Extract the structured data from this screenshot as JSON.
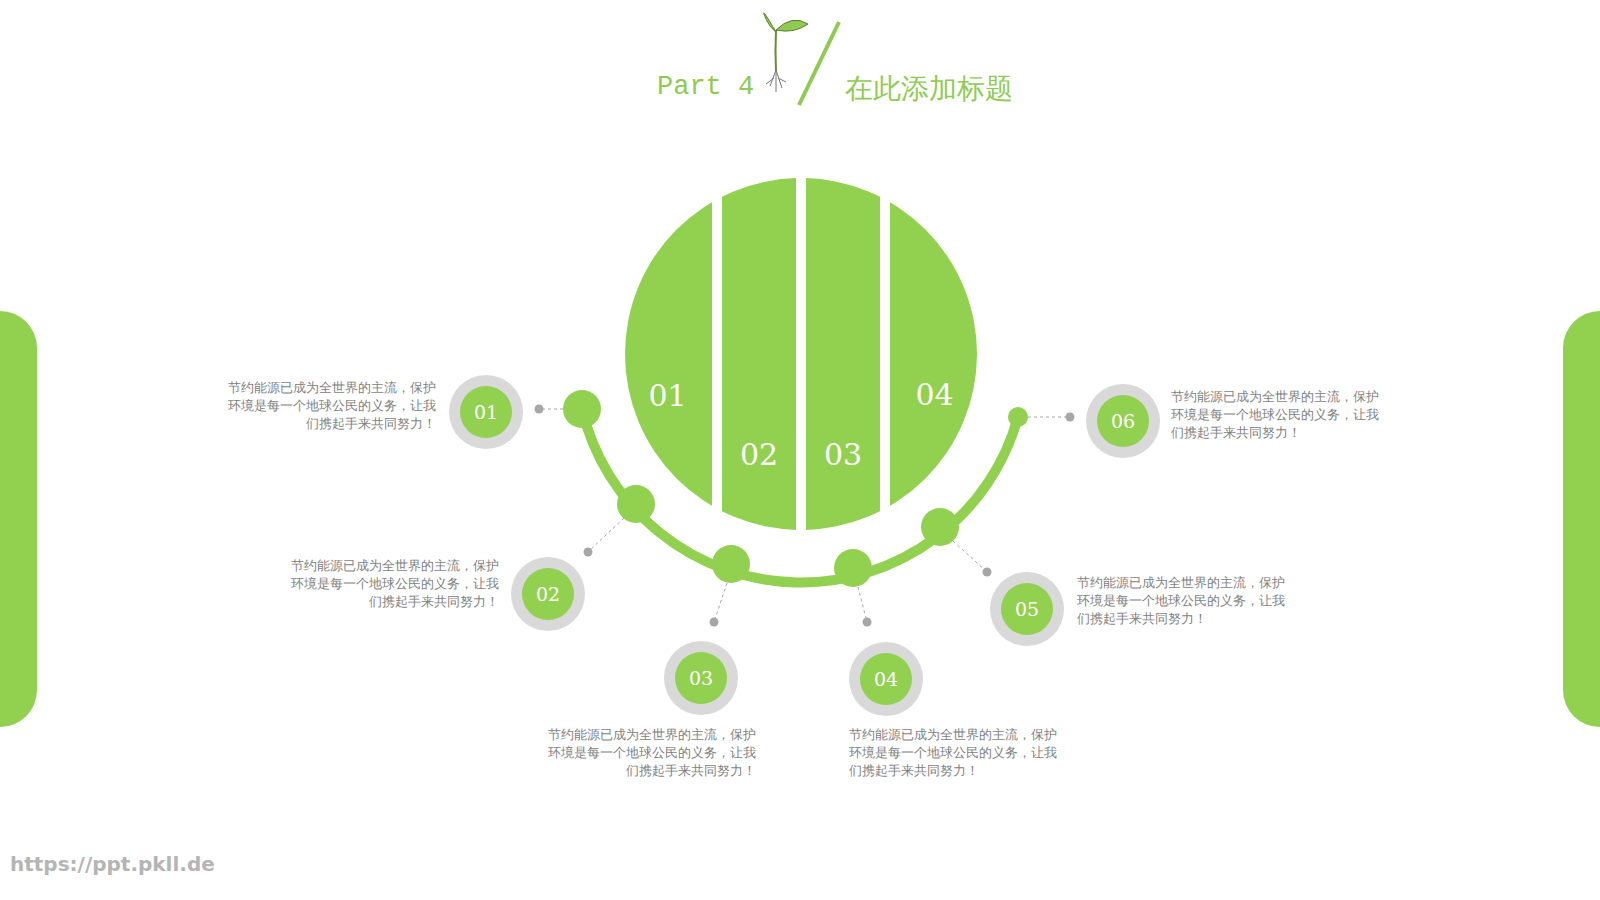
{
  "diagram": {
    "title": "在此添加标题",
    "nodes": [
      {
        "text": [
          "01"
        ]
      },
      {
        "text": [
          "02"
        ]
      },
      {
        "text": [
          "03"
        ]
      },
      {
        "text": [
          "04"
        ]
      },
      {
        "text": [
          "01"
        ]
      },
      {
        "text": [
          "02"
        ]
      },
      {
        "text": [
          "03"
        ]
      },
      {
        "text": [
          "04"
        ]
      },
      {
        "text": [
          "05"
        ]
      },
      {
        "text": [
          "06"
        ]
      }
    ],
    "labels": [
      "Part 4",
      "节约能源已成为全世界的主流，保护环境是每一个地球公民的义务，让我们携起手来共同努力！",
      "节约能源已成为全世界的主流，保护环境是每一个地球公民的义务，让我们携起手来共同努力！",
      "节约能源已成为全世界的主流，保护环境是每一个地球公民的义务，让我们携起手来共同努力！",
      "节约能源已成为全世界的主流，保护环境是每一个地球公民的义务，让我们携起手来共同努力！",
      "节约能源已成为全世界的主流，保护环境是每一个地球公民的义务，让我们携起手来共同努力！",
      "节约能源已成为全世界的主流，保护环境是每一个地球公民的义务，让我们携起手来共同努力！",
      "https://ppt.pkll.de"
    ]
  }
}
